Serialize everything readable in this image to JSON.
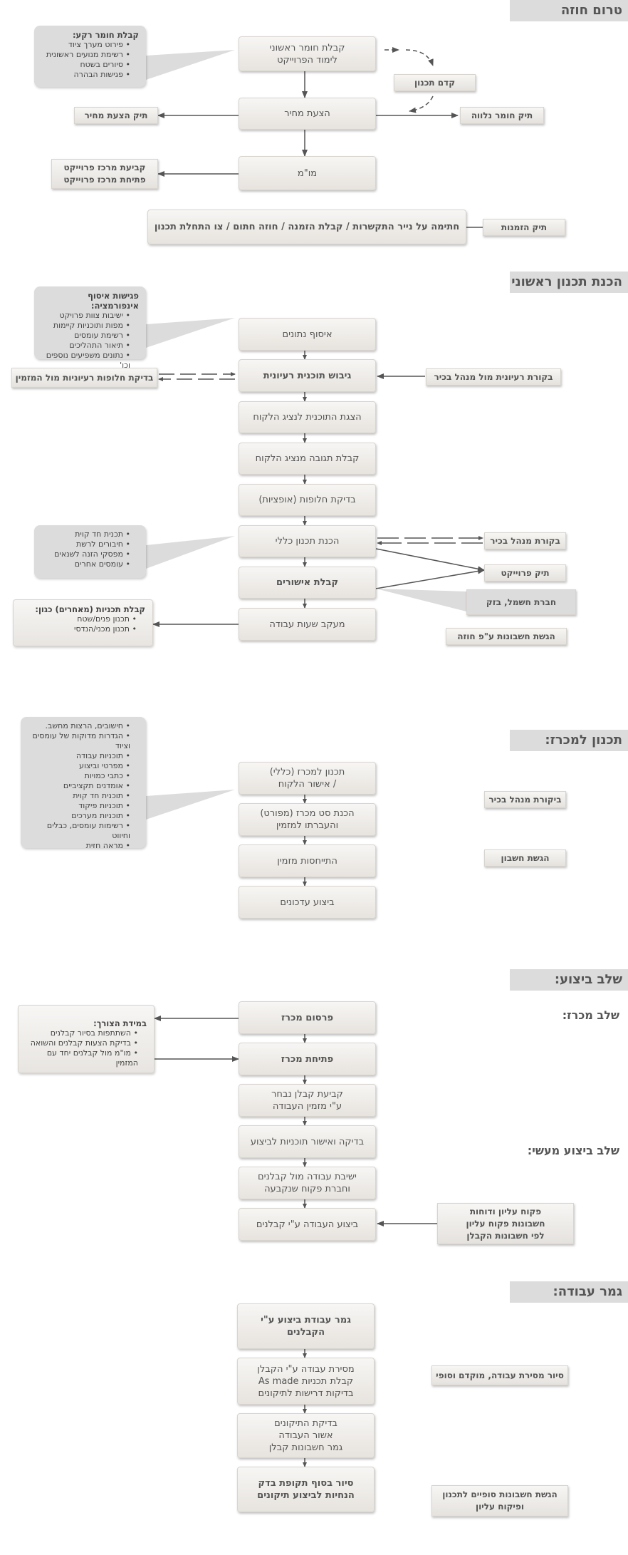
{
  "s1": {
    "header": "טרום חוזה",
    "note_title": "קבלת חומר רקע:",
    "note_items": [
      "פירוט מערך ציוד",
      "רשימת מנועים ראשונית",
      "סיורים בשטח",
      "פגישות הבהרה"
    ],
    "box_receive": "קבלת חומר ראשוני\nלימוד הפרוייקט",
    "pre_design": "קדם תכנון",
    "box_quote": "הצעת מחיר",
    "tag_quote_file": "תיק הצעת מחיר",
    "tag_aux_file": "תיק חומר נלווה",
    "box_negotiation": "מו\"מ",
    "tag_project_center": "קביעת מרכז פרוייקט\nפתיחת מרכז פרוייקט",
    "box_sign": "חתימה על נייר התקשרות / קבלת הזמנה / חוזה חתום /  צו התחלת תכנון",
    "tag_orders": "תיק הזמנות"
  },
  "s2": {
    "header": "הכנת תכנון ראשוני",
    "note_title": "פגישות איסוף אינפורמציה:",
    "note_items": [
      "ישיבות צוות פרויקט",
      "מפות ותוכניות קיימות",
      "רשימת עומסים",
      "תיאור התהליכים",
      "נתונים משפיעים נוספים וכו'"
    ],
    "box_collect": "איסוף נתונים",
    "box_concept": "גיבוש תוכנית רעיונית",
    "tag_alternatives": "בדיקת חלופות רעיוניות מול המזמין",
    "tag_review": "בקורת רעיונית מול מנהל בכיר",
    "box_present": "הצגת התוכנית לנציג הלקוח",
    "box_feedback": "קבלת תגובה מנציג הלקוח",
    "box_options": "בדיקת חלופות (אופציות)",
    "note2_items": [
      "תכנית חד קוית",
      "חיבורים לרשת",
      "מפסקי הזנה לשנאים",
      "עומסים אחרים"
    ],
    "box_general": "הכנת תכנון כללי",
    "tag_senior": "בקורת מנהל בכיר",
    "tag_project_file": "תיק פרוייקט",
    "box_approvals": "קבלת אישורים",
    "tag_electric": "חברת חשמל, בזק",
    "box_hours": "מעקב שעות עבודה",
    "note3_title": "קבלת תכניות (מאחרים) כגון:",
    "note3_items": [
      "תכנון פנים/שטח",
      "תכנון מכני/הנדסי"
    ],
    "tag_billing": "הגשת חשבונות ע\"פ חוזה"
  },
  "s3": {
    "header": "תכנון למכרז:",
    "note_items": [
      "חישובים, הרצות מחשב.",
      "הגדרות מדוקות של עומסים וציוד",
      "תוכניות  עבודה",
      "מפרטי וביצוע",
      "כתבי כמויות",
      "אומדנים תקציביים",
      "תוכנית חד קוית",
      "תוכניות פיקוד",
      "תוכניות מערכים",
      "רשימות עומסים, כבלים וחיווט",
      "מראה חזית"
    ],
    "box_tender_plan": "תכנון  למכרז (כללי)\n/ אישור הלקוח",
    "box_tender_set": "הכנת סט מכרז (מפורט)\nוהעברתו למזמין",
    "box_response": "התייחסות מזמין",
    "box_updates": "ביצוע עדכונים",
    "tag_senior_review": "ביקורת מנהל בכיר",
    "tag_invoice": "הגשת חשבון"
  },
  "s4": {
    "header": "שלב ביצוע:",
    "sub_tender": "שלב מכרז:",
    "sub_execution": "שלב ביצוע מעשי:",
    "note_title": "במידת הצורך:",
    "note_items": [
      "השתתפות בסיור קבלנים",
      "בדיקת הצעות קבלנים והשואה",
      "מו\"מ מול קבלנים יחד עם המזמין"
    ],
    "box_publish": "פרסום מכרז",
    "box_open": "פתיחת מכרז",
    "box_contractor": "קביעת קבלן נבחר\nע\"י מזמין העבודה",
    "box_check_plans": "בדיקה ואישור תוכניות לביצוע",
    "box_meeting": "ישיבת עבודה מול קבלנים\nוחברת פקוח שנקבעה",
    "box_execution": "ביצוע העבודה ע\"י קבלנים",
    "tag_supervision": "פקוח עליון ודוחות\nחשבונות פקוח  עליון\nלפי חשבונות הקבלן"
  },
  "s5": {
    "header": "גמר עבודה:",
    "box_finish": "גמר עבודת ביצוע ע\"י\nהקבלנים",
    "box_handover": "מסירת עבודה ע\"י הקבלן\nקבלת תכניות As made\nבדיקות דרישות לתיקונים",
    "box_repairs": "בדיקת  התיקונים\nאשור העבודה\nגמר חשבונות קבלן",
    "box_final": "סיור בסוף תקופת בדק\nהנחיות לביצוע תיקונים",
    "tag_tour": "סיור מסירת עבודה, מוקדם וסופי",
    "tag_final_bills": "הגשת חשבונות סופיים לתכנון\nופיקוח עליון"
  },
  "colors": {
    "header_bg": "#dcdcdc",
    "note_bg": "#dcdcdc",
    "arrow": "#555555"
  }
}
